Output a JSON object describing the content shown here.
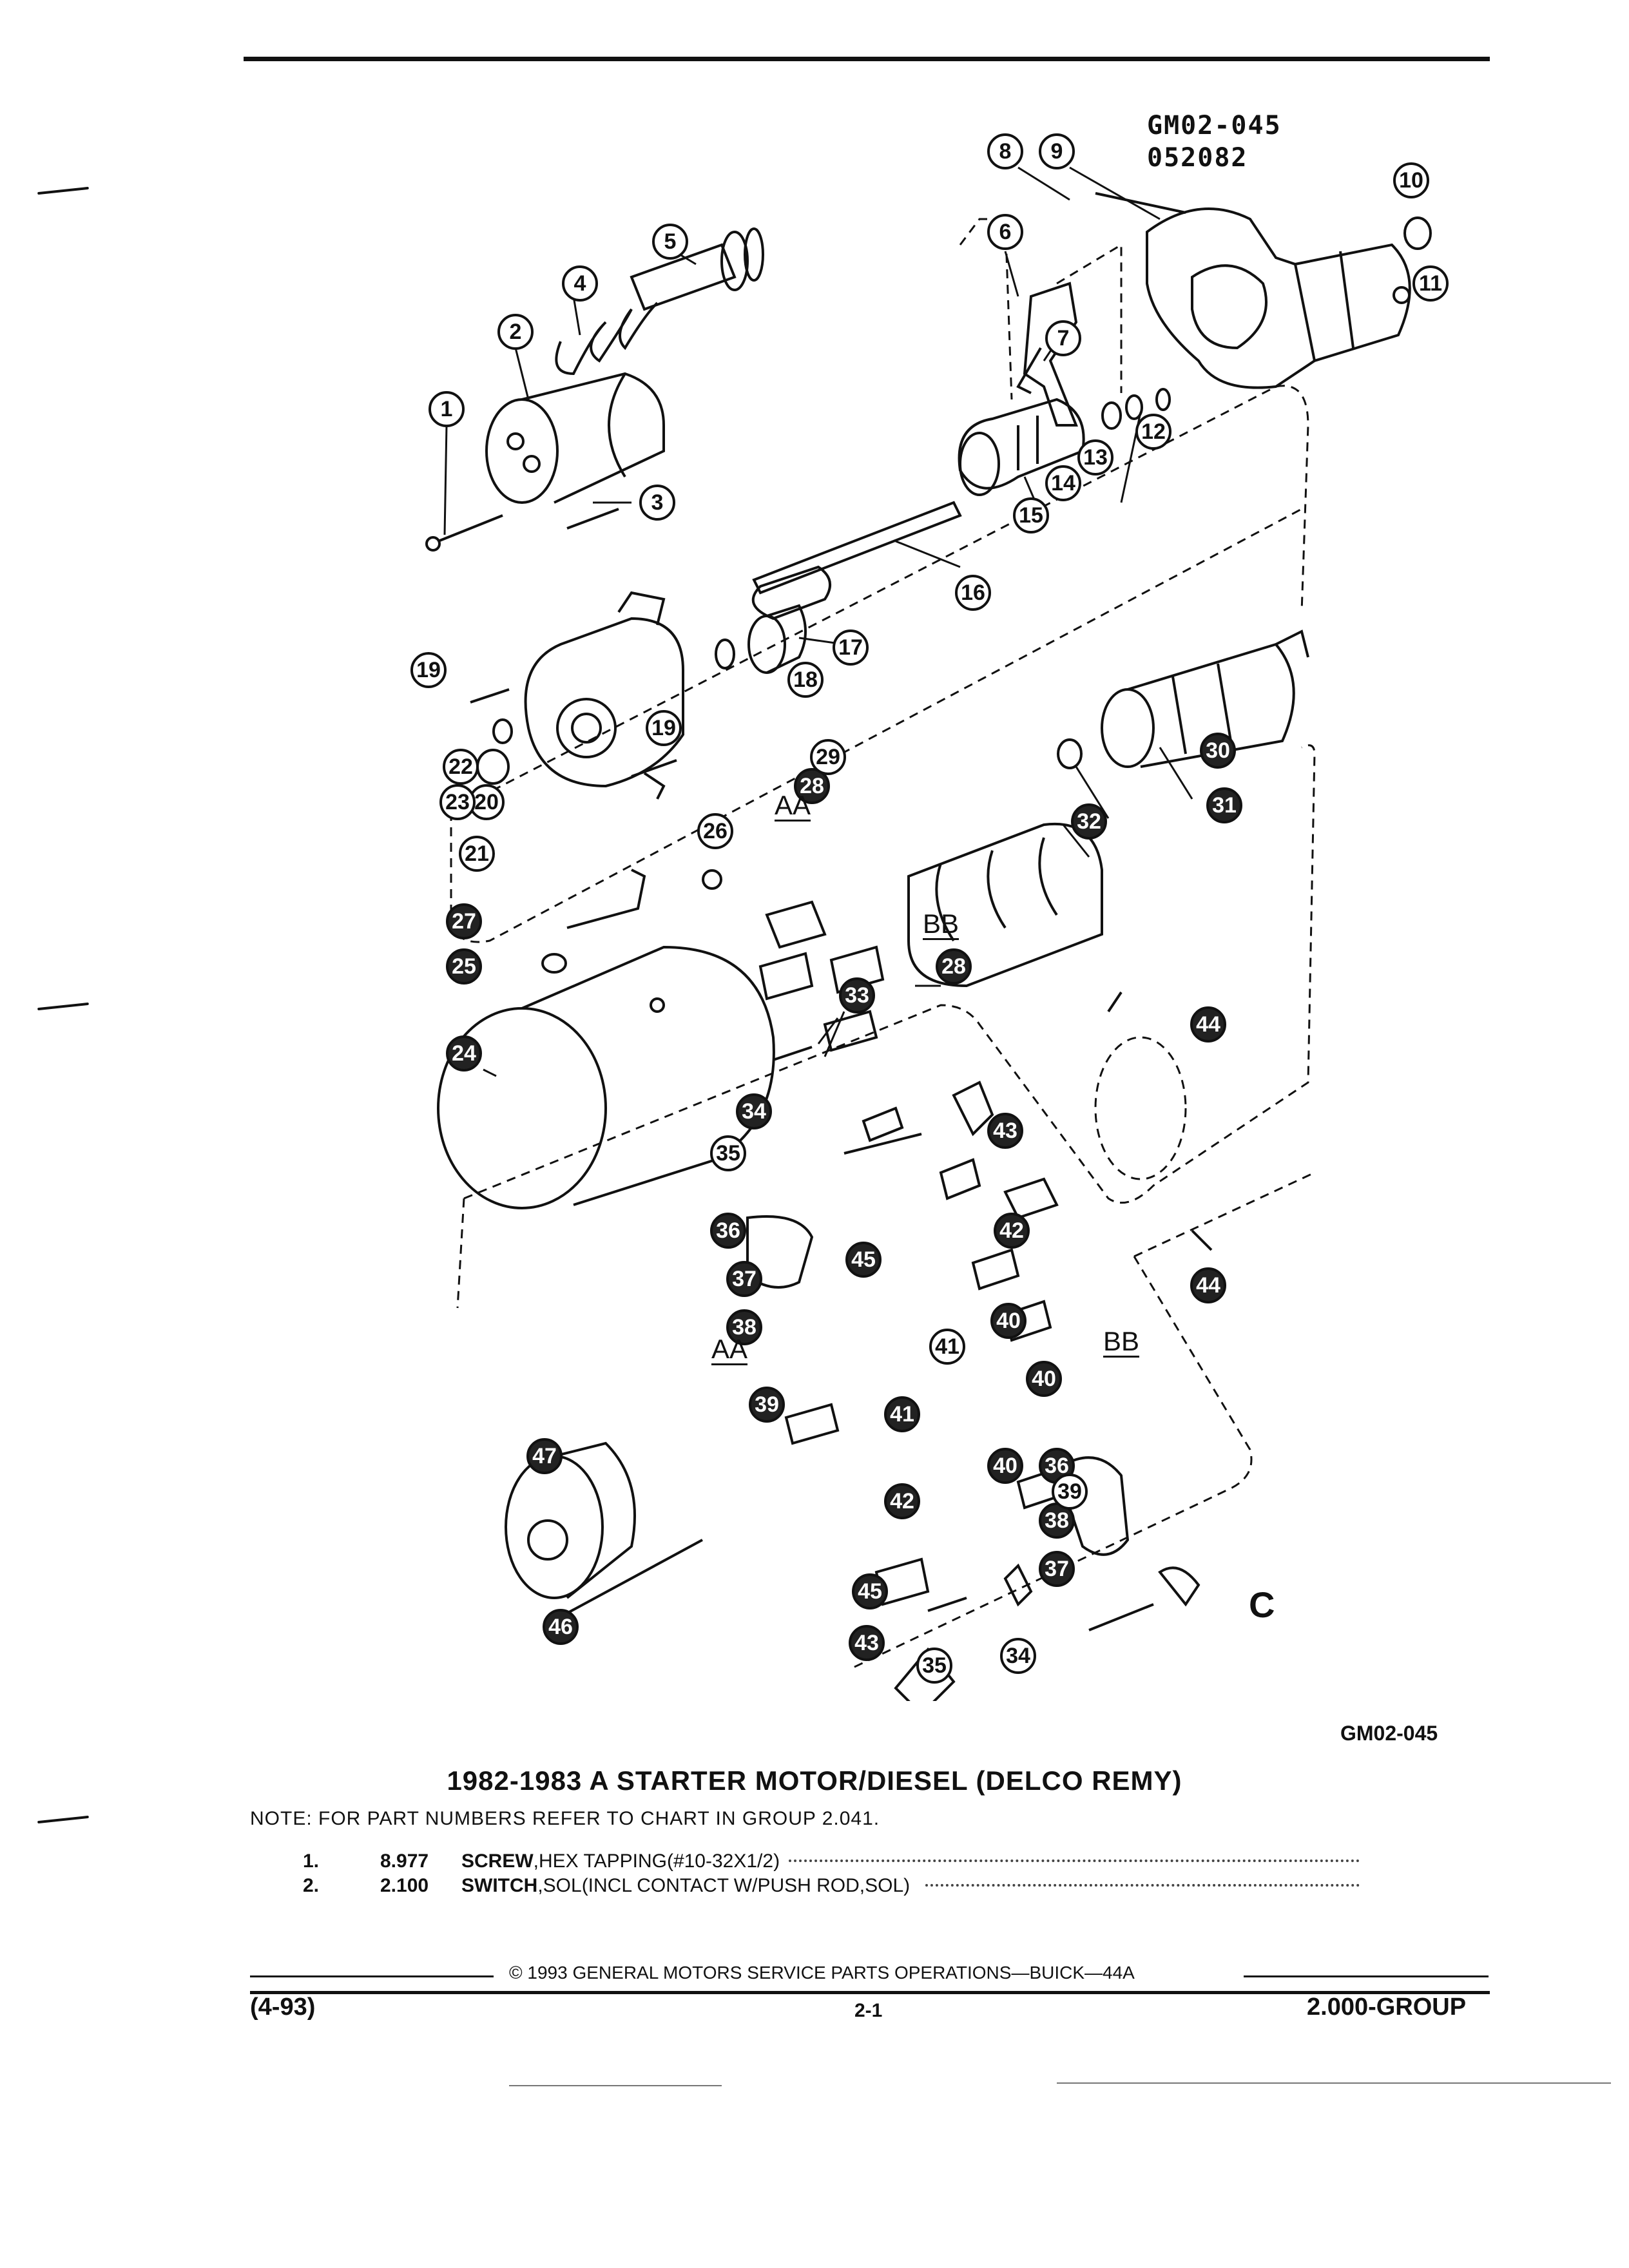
{
  "diagram": {
    "code_top": "GM02-045",
    "date_code": "052082",
    "code_bottom": "GM02-045",
    "corner_letter": "C",
    "labels": [
      "AA",
      "BB",
      "AA",
      "BB"
    ],
    "callouts": [
      "1",
      "2",
      "3",
      "4",
      "5",
      "6",
      "7",
      "8",
      "9",
      "10",
      "11",
      "12",
      "13",
      "14",
      "15",
      "16",
      "17",
      "18",
      "19",
      "19",
      "20",
      "21",
      "22",
      "23",
      "24",
      "25",
      "26",
      "27",
      "28",
      "28",
      "29",
      "30",
      "31",
      "32",
      "33",
      "34",
      "35",
      "36",
      "37",
      "38",
      "39",
      "40",
      "40",
      "41",
      "42",
      "43",
      "44",
      "44",
      "45",
      "34",
      "35",
      "36",
      "37",
      "38",
      "39",
      "40",
      "41",
      "42",
      "43",
      "45",
      "46",
      "47"
    ]
  },
  "heading": {
    "title": "1982-1983 A STARTER MOTOR/DIESEL (DELCO REMY)",
    "note": "NOTE:  FOR PART NUMBERS REFER TO CHART IN GROUP 2.041."
  },
  "parts": [
    {
      "index": "1.",
      "group": "8.977",
      "name": "SCREW",
      "desc": ",HEX TAPPING(#10-32X1/2)"
    },
    {
      "index": "2.",
      "group": "2.100",
      "name": "SWITCH",
      "desc": ",SOL(INCL CONTACT W/PUSH ROD,SOL)"
    }
  ],
  "footer": {
    "copyright": "© 1993  GENERAL MOTORS SERVICE PARTS OPERATIONS—BUICK—44A",
    "date": "(4-93)",
    "page": "2-1",
    "group": "2.000-GROUP"
  }
}
